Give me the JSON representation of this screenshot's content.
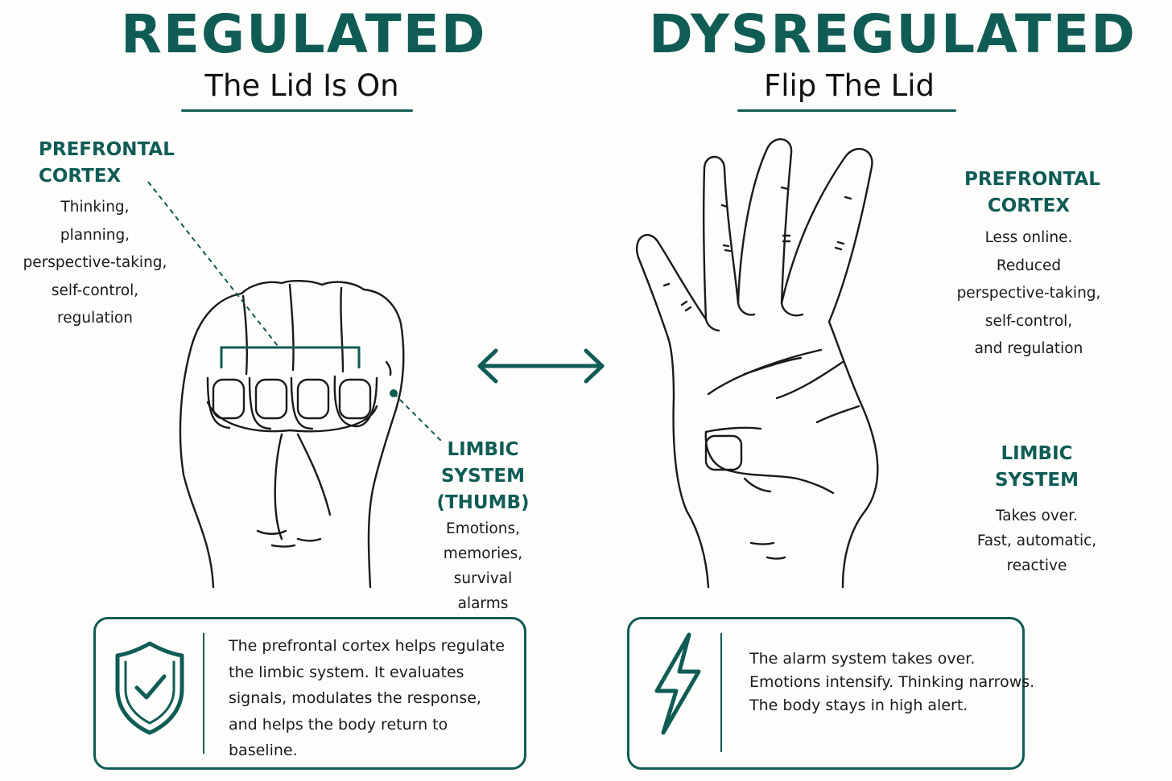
{
  "left": {
    "title": "REGULATED",
    "subtitle": "The Lid Is On",
    "pfc": {
      "heading": [
        "PREFRONTAL",
        "CORTEX"
      ],
      "lines": [
        "Thinking,",
        "planning,",
        "perspective-taking,",
        "self-control,",
        "regulation"
      ]
    },
    "limbic": {
      "heading": [
        "LIMBIC",
        "SYSTEM",
        "(THUMB)"
      ],
      "lines": [
        "Emotions,",
        "memories,",
        "survival",
        "alarms"
      ]
    },
    "card": {
      "icon": "shield-check-icon",
      "lines": [
        "The prefrontal cortex helps regulate",
        "the limbic system. It evaluates",
        "signals, modulates the response,",
        "and helps the body return to",
        "baseline."
      ]
    }
  },
  "right": {
    "title": "DYSREGULATED",
    "subtitle": "Flip The Lid",
    "pfc": {
      "heading": [
        "PREFRONTAL",
        "CORTEX"
      ],
      "lines": [
        "Less online.",
        "Reduced",
        "perspective-taking,",
        "self-control,",
        "and regulation"
      ]
    },
    "limbic": {
      "heading": [
        "LIMBIC",
        "SYSTEM"
      ],
      "lines": [
        "Takes over.",
        "Fast, automatic,",
        "reactive"
      ]
    },
    "card": {
      "icon": "lightning-bolt-icon",
      "lines": [
        "The alarm system takes over.",
        "Emotions intensify. Thinking narrows.",
        "The body stays in high alert."
      ]
    }
  },
  "center_icon": "double-arrow-icon",
  "colors": {
    "accent": "#0f5c55",
    "text": "#1a1a1a",
    "background": "#fdfdfc"
  }
}
